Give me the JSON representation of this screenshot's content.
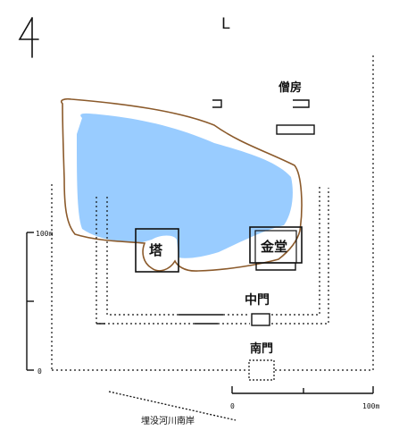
{
  "labels": {
    "north": "L",
    "pagoda": "塔",
    "kondo": "金堂",
    "sobo": "僧房",
    "chumon": "中門",
    "nandaimon": "南門",
    "riverbank": "埋没河川南岸"
  },
  "scale": {
    "v_top": "100m",
    "v_bottom": "0",
    "h_left": "0",
    "h_right": "100m"
  },
  "colors": {
    "water": "#99ccff",
    "shore": "#8b5a2b",
    "line": "#111111"
  }
}
